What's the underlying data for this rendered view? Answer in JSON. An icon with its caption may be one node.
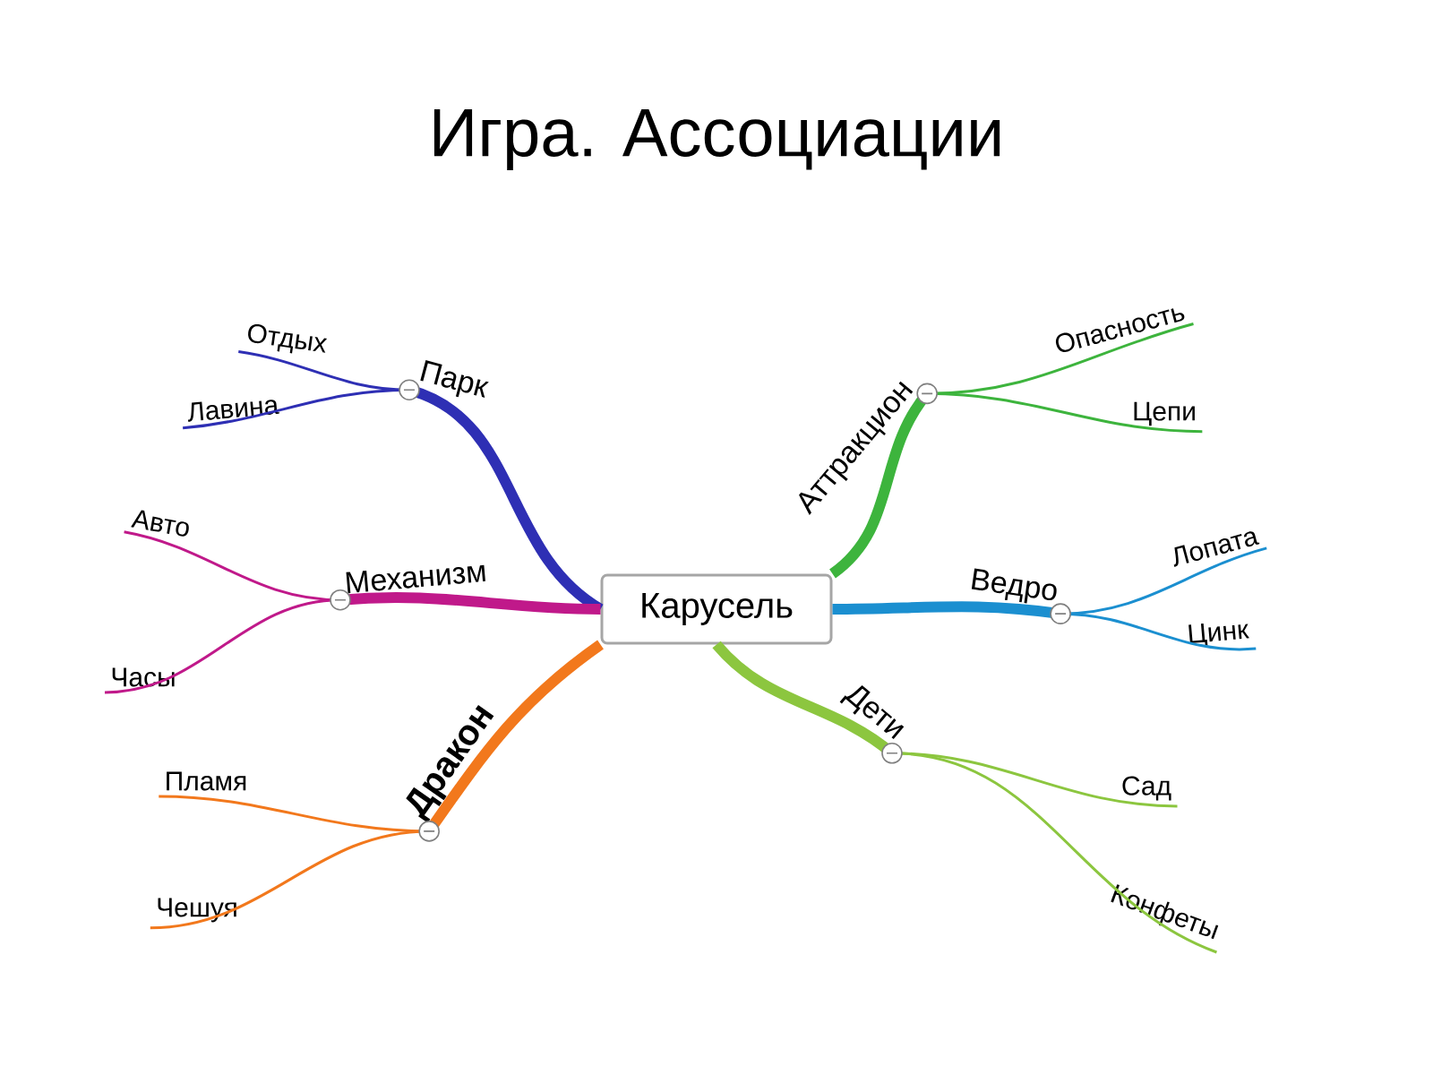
{
  "diagram": {
    "title": "Игра. Ассоциации",
    "nodes": [
      {
        "text": [
          "Карусель"
        ]
      },
      {
        "text": [
          "Парк"
        ]
      },
      {
        "text": [
          "Отдых"
        ]
      },
      {
        "text": [
          "Лавина"
        ]
      },
      {
        "text": [
          "Механизм"
        ]
      },
      {
        "text": [
          "Авто"
        ]
      },
      {
        "text": [
          "Часы"
        ]
      },
      {
        "text": [
          "Дракон"
        ]
      },
      {
        "text": [
          "Пламя"
        ]
      },
      {
        "text": [
          "Чешуя"
        ]
      },
      {
        "text": [
          "Аттракцион"
        ]
      },
      {
        "text": [
          "Опасность"
        ]
      },
      {
        "text": [
          "Цепи"
        ]
      },
      {
        "text": [
          "Ведро"
        ]
      },
      {
        "text": [
          "Лопата"
        ]
      },
      {
        "text": [
          "Цинк"
        ]
      },
      {
        "text": [
          "Дети"
        ]
      },
      {
        "text": [
          "Сад"
        ]
      },
      {
        "text": [
          "Конфеты"
        ]
      }
    ],
    "edges": [
      {
        "from": 0,
        "to": 1,
        "arrow": "none",
        "style": "thick",
        "color": "#2e2fb4"
      },
      {
        "from": 1,
        "to": 2,
        "arrow": "none",
        "color": "#2e2fb4"
      },
      {
        "from": 1,
        "to": 3,
        "arrow": "none",
        "color": "#2e2fb4"
      },
      {
        "from": 0,
        "to": 4,
        "arrow": "none",
        "style": "thick",
        "color": "#c0198a"
      },
      {
        "from": 4,
        "to": 5,
        "arrow": "none",
        "color": "#c0198a"
      },
      {
        "from": 4,
        "to": 6,
        "arrow": "none",
        "color": "#c0198a"
      },
      {
        "from": 0,
        "to": 7,
        "arrow": "none",
        "style": "thick",
        "color": "#f2781c"
      },
      {
        "from": 7,
        "to": 8,
        "arrow": "none",
        "color": "#f2781c"
      },
      {
        "from": 7,
        "to": 9,
        "arrow": "none",
        "color": "#f2781c"
      },
      {
        "from": 0,
        "to": 10,
        "arrow": "none",
        "style": "thick",
        "color": "#3db43d"
      },
      {
        "from": 10,
        "to": 11,
        "arrow": "none",
        "color": "#3db43d"
      },
      {
        "from": 10,
        "to": 12,
        "arrow": "none",
        "color": "#3db43d"
      },
      {
        "from": 0,
        "to": 13,
        "arrow": "none",
        "style": "thick",
        "color": "#1b8fd0"
      },
      {
        "from": 13,
        "to": 14,
        "arrow": "none",
        "color": "#1b8fd0"
      },
      {
        "from": 13,
        "to": 15,
        "arrow": "none",
        "color": "#1b8fd0"
      },
      {
        "from": 0,
        "to": 16,
        "arrow": "none",
        "style": "thick",
        "color": "#8cc63f"
      },
      {
        "from": 16,
        "to": 17,
        "arrow": "none",
        "color": "#8cc63f"
      },
      {
        "from": 16,
        "to": 18,
        "arrow": "none",
        "color": "#8cc63f"
      }
    ]
  }
}
